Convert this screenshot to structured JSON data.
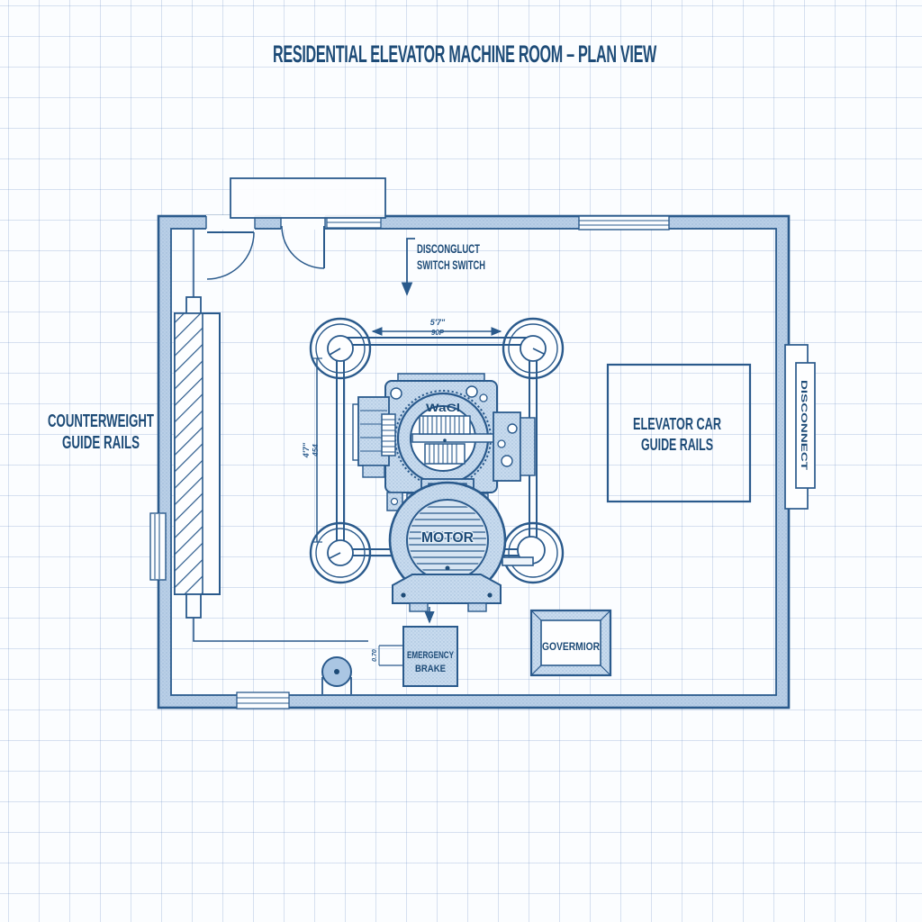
{
  "title": "RESIDENTIAL ELEVATOR MACHINE ROOM – PLAN VIEW",
  "annotations": {
    "disconnect_switch": {
      "l1": "DISCONGLUCT",
      "l2": "SWITCH SWITCH"
    },
    "counterweight_rails": {
      "l1": "COUNTERWEIGHT",
      "l2": "GUIDE RAILS"
    },
    "elevator_car_rails": {
      "l1": "ELEVATOR CAR",
      "l2": "GUIDE RAILS"
    },
    "motor": "MOTOR",
    "emergency_brake": {
      "l1": "EMERGENCY",
      "l2": "BRAKE"
    },
    "governor": "GOVERMIOR",
    "wall_disconnect_unit": "DISCONNECT",
    "gear_marking": "WaCl"
  },
  "dimensions": {
    "top_width": {
      "l1": "5'7\"",
      "l2": "90P"
    },
    "left_height": {
      "l1": "4'7\"",
      "l2": "454"
    },
    "brake_offset": "0.70"
  },
  "colors": {
    "ink": "#2a5a8c",
    "ink_dark": "#1d4b77",
    "machine_fill": "#c8dbee",
    "wall_fill": "#b9cfe7",
    "grid": "#c9d8ea",
    "paper": "#fbfdff"
  }
}
